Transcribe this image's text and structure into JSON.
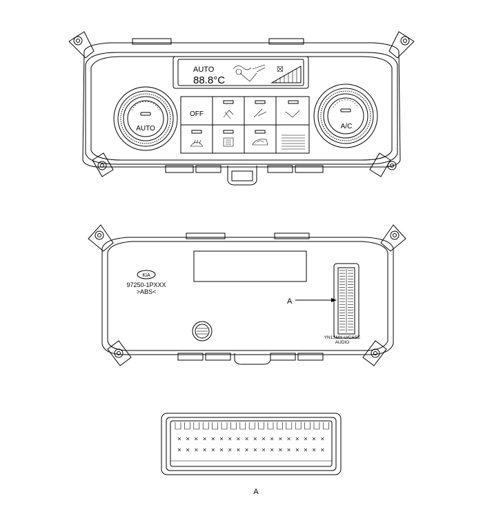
{
  "front_panel": {
    "display_auto": "AUTO",
    "display_digits": "88.8°C",
    "button_off": "OFF",
    "left_knob": "AUTO",
    "right_knob": "A/C"
  },
  "rear_panel": {
    "logo": "KIA",
    "part_number": "97250-1PXXX",
    "material": ">ABS<",
    "connector_callout": "A",
    "label_line1": "YN1SMY U/CASE",
    "label_line2": "AUDIO"
  },
  "connector_detail": {
    "caption": "A"
  }
}
